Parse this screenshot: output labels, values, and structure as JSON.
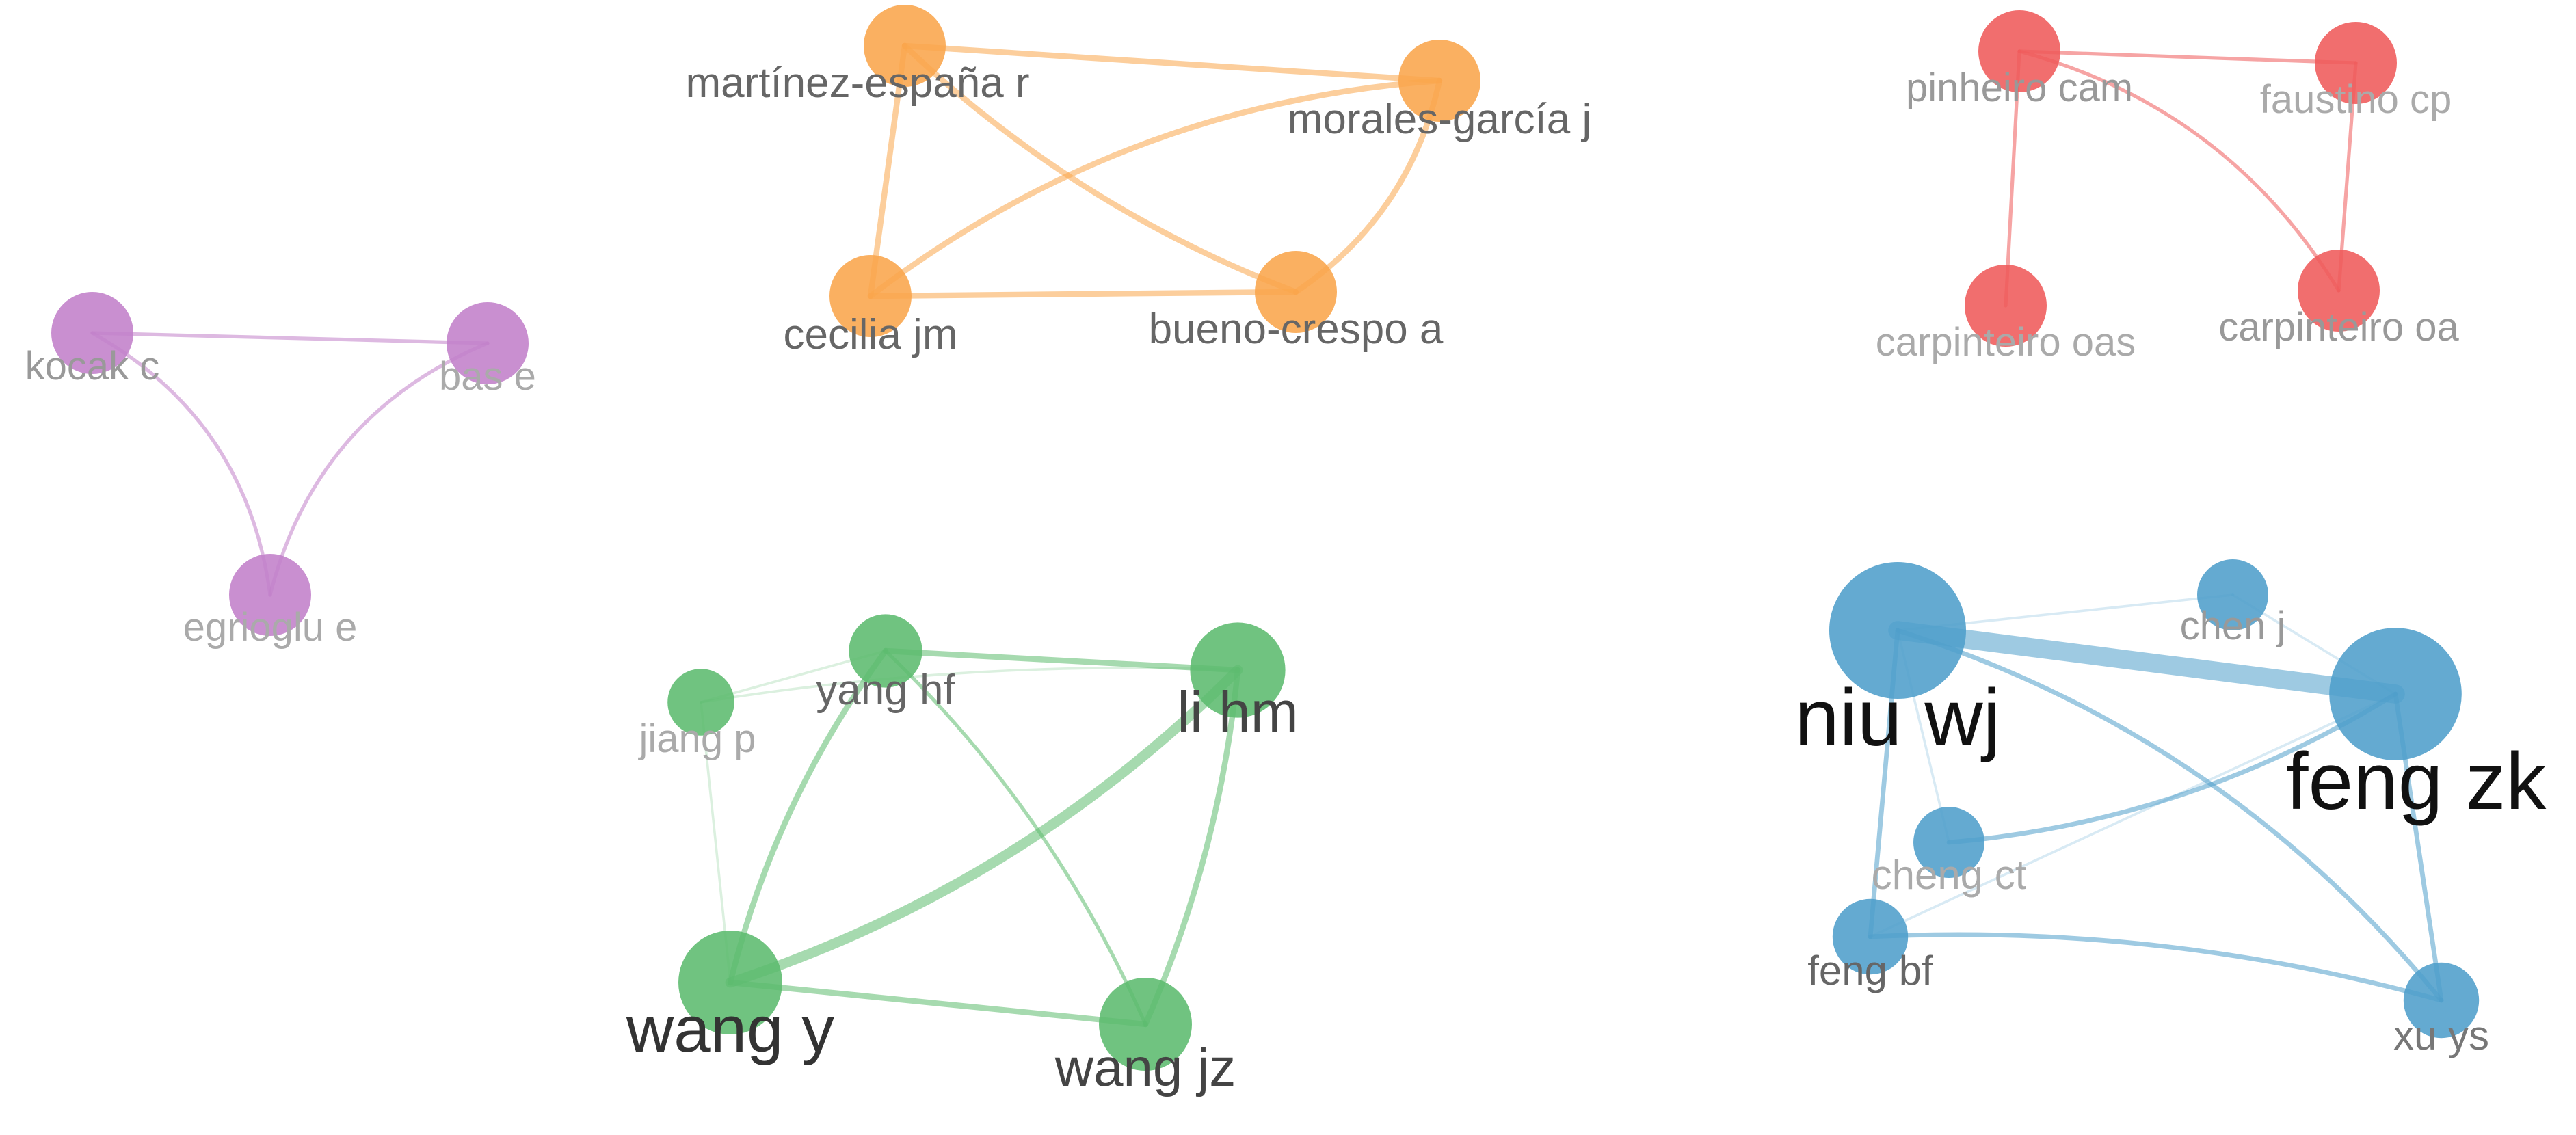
{
  "clusters": [
    {
      "id": "purple",
      "color": "#c17fc9",
      "nodes": [
        {
          "id": "kocak c",
          "label": "kocak c",
          "weight": 2,
          "label_color": "#999999"
        },
        {
          "id": "bas e",
          "label": "bas e",
          "weight": 2,
          "label_color": "#aaaaaa"
        },
        {
          "id": "egrioglu e",
          "label": "egrioglu e",
          "weight": 2,
          "label_color": "#aaaaaa"
        }
      ],
      "links": [
        {
          "source": "kocak c",
          "target": "bas e",
          "strength": 1
        },
        {
          "source": "kocak c",
          "target": "egrioglu e",
          "strength": 1,
          "curve": -0.25
        },
        {
          "source": "bas e",
          "target": "egrioglu e",
          "strength": 1,
          "curve": 0.25
        }
      ]
    },
    {
      "id": "orange",
      "color": "#f9a54b",
      "nodes": [
        {
          "id": "martínez-españa r",
          "label": "martínez-españa r",
          "weight": 2,
          "label_color": "#666666"
        },
        {
          "id": "morales-garcía j",
          "label": "morales-garcía j",
          "weight": 2,
          "label_color": "#666666"
        },
        {
          "id": "cecilia jm",
          "label": "cecilia jm",
          "weight": 2,
          "label_color": "#666666"
        },
        {
          "id": "bueno-crespo a",
          "label": "bueno-crespo a",
          "weight": 2,
          "label_color": "#666666"
        }
      ],
      "links": [
        {
          "source": "martínez-españa r",
          "target": "morales-garcía j",
          "strength": 2
        },
        {
          "source": "martínez-españa r",
          "target": "cecilia jm",
          "strength": 2
        },
        {
          "source": "martínez-españa r",
          "target": "bueno-crespo a",
          "strength": 2,
          "curve": 0.1
        },
        {
          "source": "cecilia jm",
          "target": "morales-garcía j",
          "strength": 2,
          "curve": -0.15
        },
        {
          "source": "cecilia jm",
          "target": "bueno-crespo a",
          "strength": 2
        },
        {
          "source": "bueno-crespo a",
          "target": "morales-garcía j",
          "strength": 2,
          "curve": 0.2
        }
      ]
    },
    {
      "id": "red",
      "color": "#ef5a5a",
      "nodes": [
        {
          "id": "pinheiro cam",
          "label": "pinheiro cam",
          "weight": 2,
          "label_color": "#999999"
        },
        {
          "id": "faustino cp",
          "label": "faustino cp",
          "weight": 2,
          "label_color": "#aaaaaa"
        },
        {
          "id": "carpinteiro oas",
          "label": "carpinteiro oas",
          "weight": 2,
          "label_color": "#aaaaaa"
        },
        {
          "id": "carpinteiro oa",
          "label": "carpinteiro oa",
          "weight": 2,
          "label_color": "#999999"
        }
      ],
      "links": [
        {
          "source": "pinheiro cam",
          "target": "faustino cp",
          "strength": 1
        },
        {
          "source": "pinheiro cam",
          "target": "carpinteiro oas",
          "strength": 1
        },
        {
          "source": "pinheiro cam",
          "target": "carpinteiro oa",
          "strength": 1,
          "curve": -0.2
        },
        {
          "source": "faustino cp",
          "target": "carpinteiro oa",
          "strength": 1
        }
      ]
    },
    {
      "id": "green",
      "color": "#5cbb6e",
      "nodes": [
        {
          "id": "jiang p",
          "label": "jiang p",
          "weight": 1.3,
          "label_color": "#aaaaaa"
        },
        {
          "id": "yang hf",
          "label": "yang hf",
          "weight": 1.6,
          "label_color": "#666666"
        },
        {
          "id": "li hm",
          "label": "li hm",
          "weight": 2.6,
          "label_color": "#444444"
        },
        {
          "id": "wang y",
          "label": "wang y",
          "weight": 3,
          "label_color": "#333333"
        },
        {
          "id": "wang jz",
          "label": "wang jz",
          "weight": 2.5,
          "label_color": "#444444"
        }
      ],
      "links": [
        {
          "source": "jiang p",
          "target": "yang hf",
          "strength": 0.5
        },
        {
          "source": "jiang p",
          "target": "li hm",
          "strength": 0.5,
          "curve": -0.05
        },
        {
          "source": "jiang p",
          "target": "wang y",
          "strength": 0.5
        },
        {
          "source": "yang hf",
          "target": "li hm",
          "strength": 2
        },
        {
          "source": "yang hf",
          "target": "wang y",
          "strength": 2,
          "curve": 0.1
        },
        {
          "source": "yang hf",
          "target": "wang jz",
          "strength": 1,
          "curve": -0.1
        },
        {
          "source": "wang y",
          "target": "li hm",
          "strength": 4,
          "curve": 0.12
        },
        {
          "source": "wang y",
          "target": "wang jz",
          "strength": 2
        },
        {
          "source": "wang jz",
          "target": "li hm",
          "strength": 2,
          "curve": 0.08
        }
      ]
    },
    {
      "id": "blue",
      "color": "#4f9ecb",
      "nodes": [
        {
          "id": "niu wj",
          "label": "niu wj",
          "weight": 4.5,
          "label_color": "#111111"
        },
        {
          "id": "chen j",
          "label": "chen j",
          "weight": 1.5,
          "label_color": "#999999"
        },
        {
          "id": "feng zk",
          "label": "feng zk",
          "weight": 4.3,
          "label_color": "#111111"
        },
        {
          "id": "cheng ct",
          "label": "cheng ct",
          "weight": 1.5,
          "label_color": "#aaaaaa"
        },
        {
          "id": "feng bf",
          "label": "feng bf",
          "weight": 1.7,
          "label_color": "#666666"
        },
        {
          "id": "xu ys",
          "label": "xu ys",
          "weight": 1.7,
          "label_color": "#777777"
        }
      ],
      "links": [
        {
          "source": "niu wj",
          "target": "feng zk",
          "strength": 8
        },
        {
          "source": "niu wj",
          "target": "chen j",
          "strength": 0.5
        },
        {
          "source": "chen j",
          "target": "feng zk",
          "strength": 0.5
        },
        {
          "source": "niu wj",
          "target": "cheng ct",
          "strength": 0.5
        },
        {
          "source": "niu wj",
          "target": "feng bf",
          "strength": 1.5
        },
        {
          "source": "niu wj",
          "target": "xu ys",
          "strength": 1.5,
          "curve": -0.15
        },
        {
          "source": "cheng ct",
          "target": "feng zk",
          "strength": 1.5,
          "curve": 0.12
        },
        {
          "source": "feng bf",
          "target": "feng zk",
          "strength": 0.5
        },
        {
          "source": "feng bf",
          "target": "xu ys",
          "strength": 1.5,
          "curve": -0.08
        },
        {
          "source": "feng zk",
          "target": "xu ys",
          "strength": 1.5
        }
      ]
    }
  ]
}
